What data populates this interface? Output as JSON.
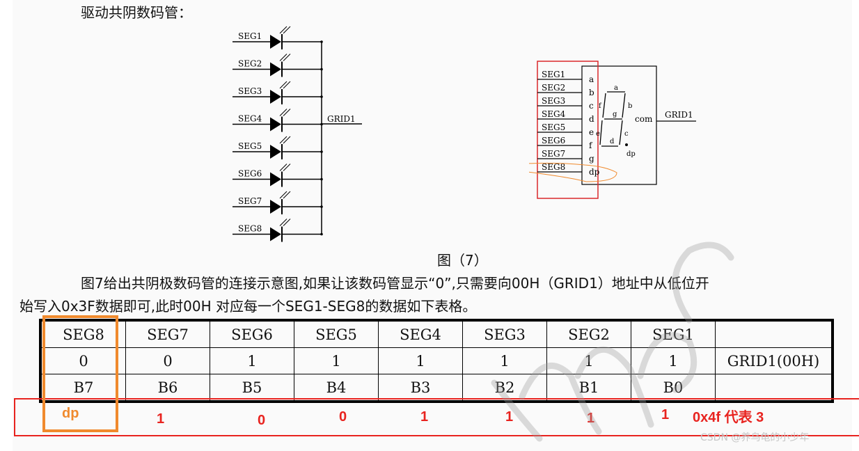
{
  "heading": "驱动共阴数码管：",
  "led_diagram": {
    "segments": [
      "SEG1",
      "SEG2",
      "SEG3",
      "SEG4",
      "SEG5",
      "SEG6",
      "SEG7",
      "SEG8"
    ],
    "common_label": "GRID1"
  },
  "display_diagram": {
    "seg_labels": [
      "SEG1",
      "SEG2",
      "SEG3",
      "SEG4",
      "SEG5",
      "SEG6",
      "SEG7",
      "SEG8"
    ],
    "pin_letters": [
      "a",
      "b",
      "c",
      "d",
      "e",
      "f",
      "g",
      "dp"
    ],
    "inner_letters": {
      "a": "a",
      "b": "b",
      "c": "c",
      "d": "d",
      "e": "e",
      "f": "f",
      "g": "g",
      "dp": "dp"
    },
    "com_label": "com",
    "grid_label": "GRID1"
  },
  "caption": "图（7）",
  "paragraph": {
    "line1": "图7给出共阴极数码管的连接示意图,如果让该数码管显示“0”,只需要向00H（GRID1）地址中从低位开",
    "line2": "始写入0x3F数据即可,此时00H 对应每一个SEG1-SEG8的数据如下表格。"
  },
  "table": {
    "header": [
      "SEG8",
      "SEG7",
      "SEG6",
      "SEG5",
      "SEG4",
      "SEG3",
      "SEG2",
      "SEG1",
      ""
    ],
    "values": [
      "0",
      "0",
      "1",
      "1",
      "1",
      "1",
      "1",
      "1",
      "GRID1(00H)"
    ],
    "bits": [
      "B7",
      "B6",
      "B5",
      "B4",
      "B3",
      "B2",
      "B1",
      "B0",
      ""
    ]
  },
  "annotations": {
    "dp": "dp",
    "values": [
      "1",
      "0",
      "0",
      "1",
      "1",
      "1",
      "1"
    ],
    "hex_note": "0x4f 代表  3"
  },
  "watermark": "CSDN @养乌龟的小少年",
  "colors": {
    "annotation_red": "#e8231f",
    "highlight_orange": "#f08a2d",
    "box_red": "#d9282a"
  }
}
